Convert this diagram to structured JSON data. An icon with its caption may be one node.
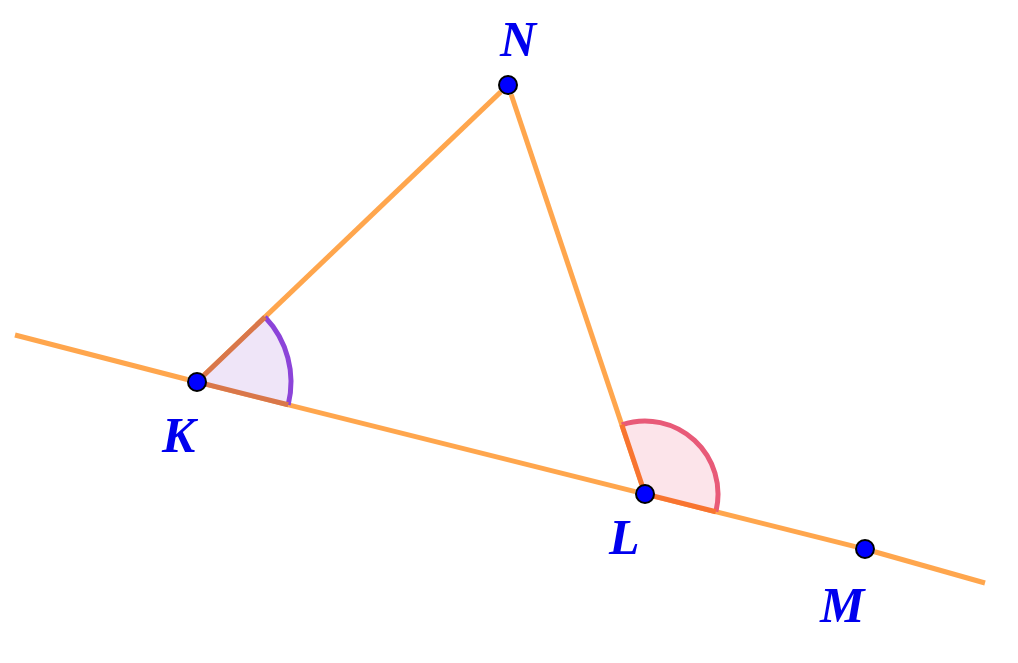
{
  "diagram": {
    "nodes": [
      {
        "text": [],
        "shape": "circle",
        "beside": [
          "N"
        ]
      },
      {
        "text": [],
        "shape": "circle",
        "beside": [
          "K"
        ]
      },
      {
        "text": [],
        "shape": "circle",
        "beside": [
          "L"
        ]
      },
      {
        "text": [],
        "shape": "circle",
        "beside": [
          "M"
        ]
      }
    ],
    "edges": [
      {
        "from": null,
        "to": 1,
        "arrow": "none"
      },
      {
        "from": 1,
        "to": 2,
        "arrow": "none"
      },
      {
        "from": 2,
        "to": 3,
        "arrow": "none"
      },
      {
        "from": 3,
        "to": null,
        "arrow": "none"
      },
      {
        "from": 1,
        "to": 0,
        "arrow": "none"
      },
      {
        "from": 0,
        "to": 2,
        "arrow": "none"
      }
    ]
  }
}
